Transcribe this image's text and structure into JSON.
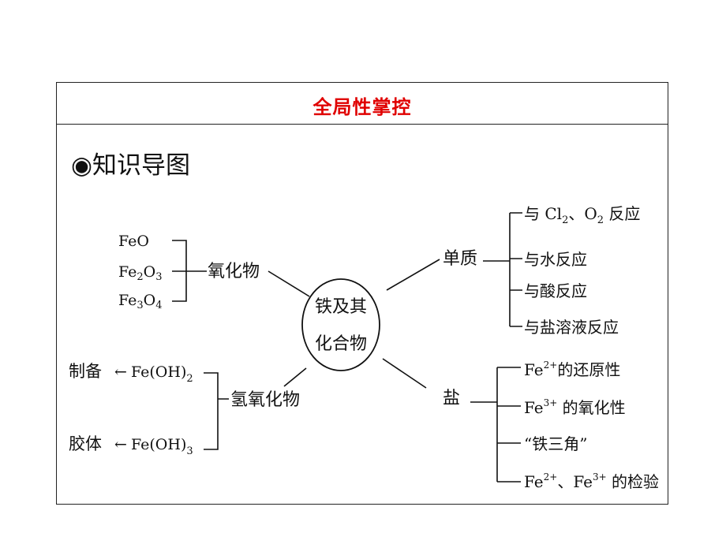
{
  "header": {
    "title": "全局性掌控"
  },
  "section": {
    "title": "◉知识导图"
  },
  "center": {
    "line1": "铁及其",
    "line2": "化合物"
  },
  "oxides": {
    "label": "氧化物",
    "items": [
      {
        "base": "FeO",
        "sub": "",
        "mid": "",
        "sub2": ""
      },
      {
        "base": "Fe",
        "sub": "2",
        "mid": "O",
        "sub2": "3"
      },
      {
        "base": "Fe",
        "sub": "3",
        "mid": "O",
        "sub2": "4"
      }
    ]
  },
  "hydroxides": {
    "label": "氢氧化物",
    "items": [
      {
        "use": "制备",
        "arrow": "←",
        "formula": "Fe(OH)",
        "sub": "2"
      },
      {
        "use": "胶体",
        "arrow": "←",
        "formula": "Fe(OH)",
        "sub": "3"
      }
    ]
  },
  "element": {
    "label": "单质",
    "reactions": [
      {
        "prefix": "与 Cl",
        "sub1": "2",
        "mid": "、O",
        "sub2": "2",
        "suffix": " 反应"
      },
      {
        "text": "与水反应"
      },
      {
        "text": "与酸反应"
      },
      {
        "text": "与盐溶液反应"
      }
    ]
  },
  "salts": {
    "label": "盐",
    "items": [
      {
        "base": "Fe",
        "sup": "2+",
        "rest": "的还原性"
      },
      {
        "base": "Fe",
        "sup": "3+",
        "rest": " 的氧化性"
      },
      {
        "text": "“铁三角”"
      },
      {
        "base": "Fe",
        "sup": "2+",
        "mid": "、Fe",
        "sup2": "3+",
        "rest": " 的检验"
      }
    ]
  }
}
